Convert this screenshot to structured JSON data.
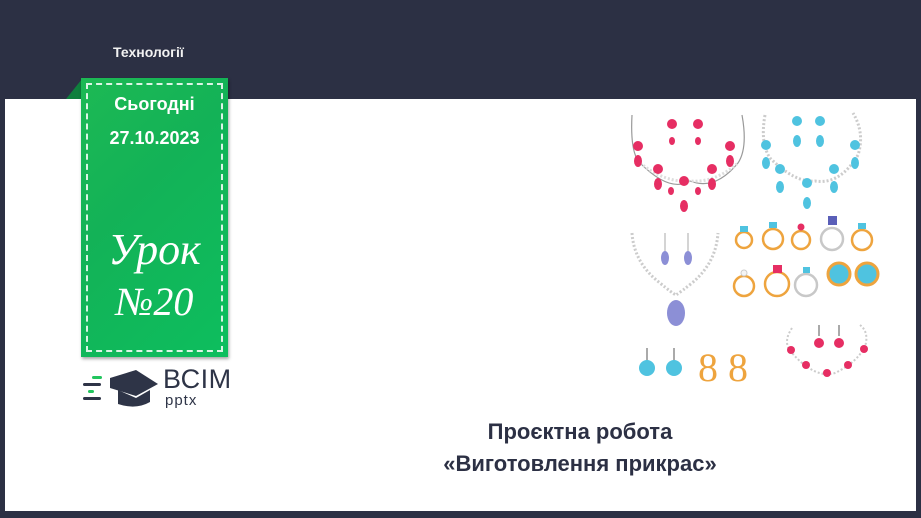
{
  "header": {
    "subject": "Технології"
  },
  "banner": {
    "today_label": "Сьогодні",
    "date": "27.10.2023",
    "lesson_label": "Урок",
    "lesson_number": "№20"
  },
  "logo": {
    "name": "ВСІМ",
    "sub": "pptx"
  },
  "main": {
    "title_line1": "Проєктна робота",
    "title_line2": "«Виготовлення прикрас»"
  },
  "illustration": {
    "description": "jewelry set: necklaces, earrings, rings",
    "colors": {
      "pink": "#e62e63",
      "blue": "#4fc3e0",
      "lavender": "#8c8fd6",
      "gold": "#eea43e",
      "silver": "#c8c8c8"
    }
  },
  "colors": {
    "background": "#2c3044",
    "banner": "#13b257",
    "text": "#2c3044"
  }
}
